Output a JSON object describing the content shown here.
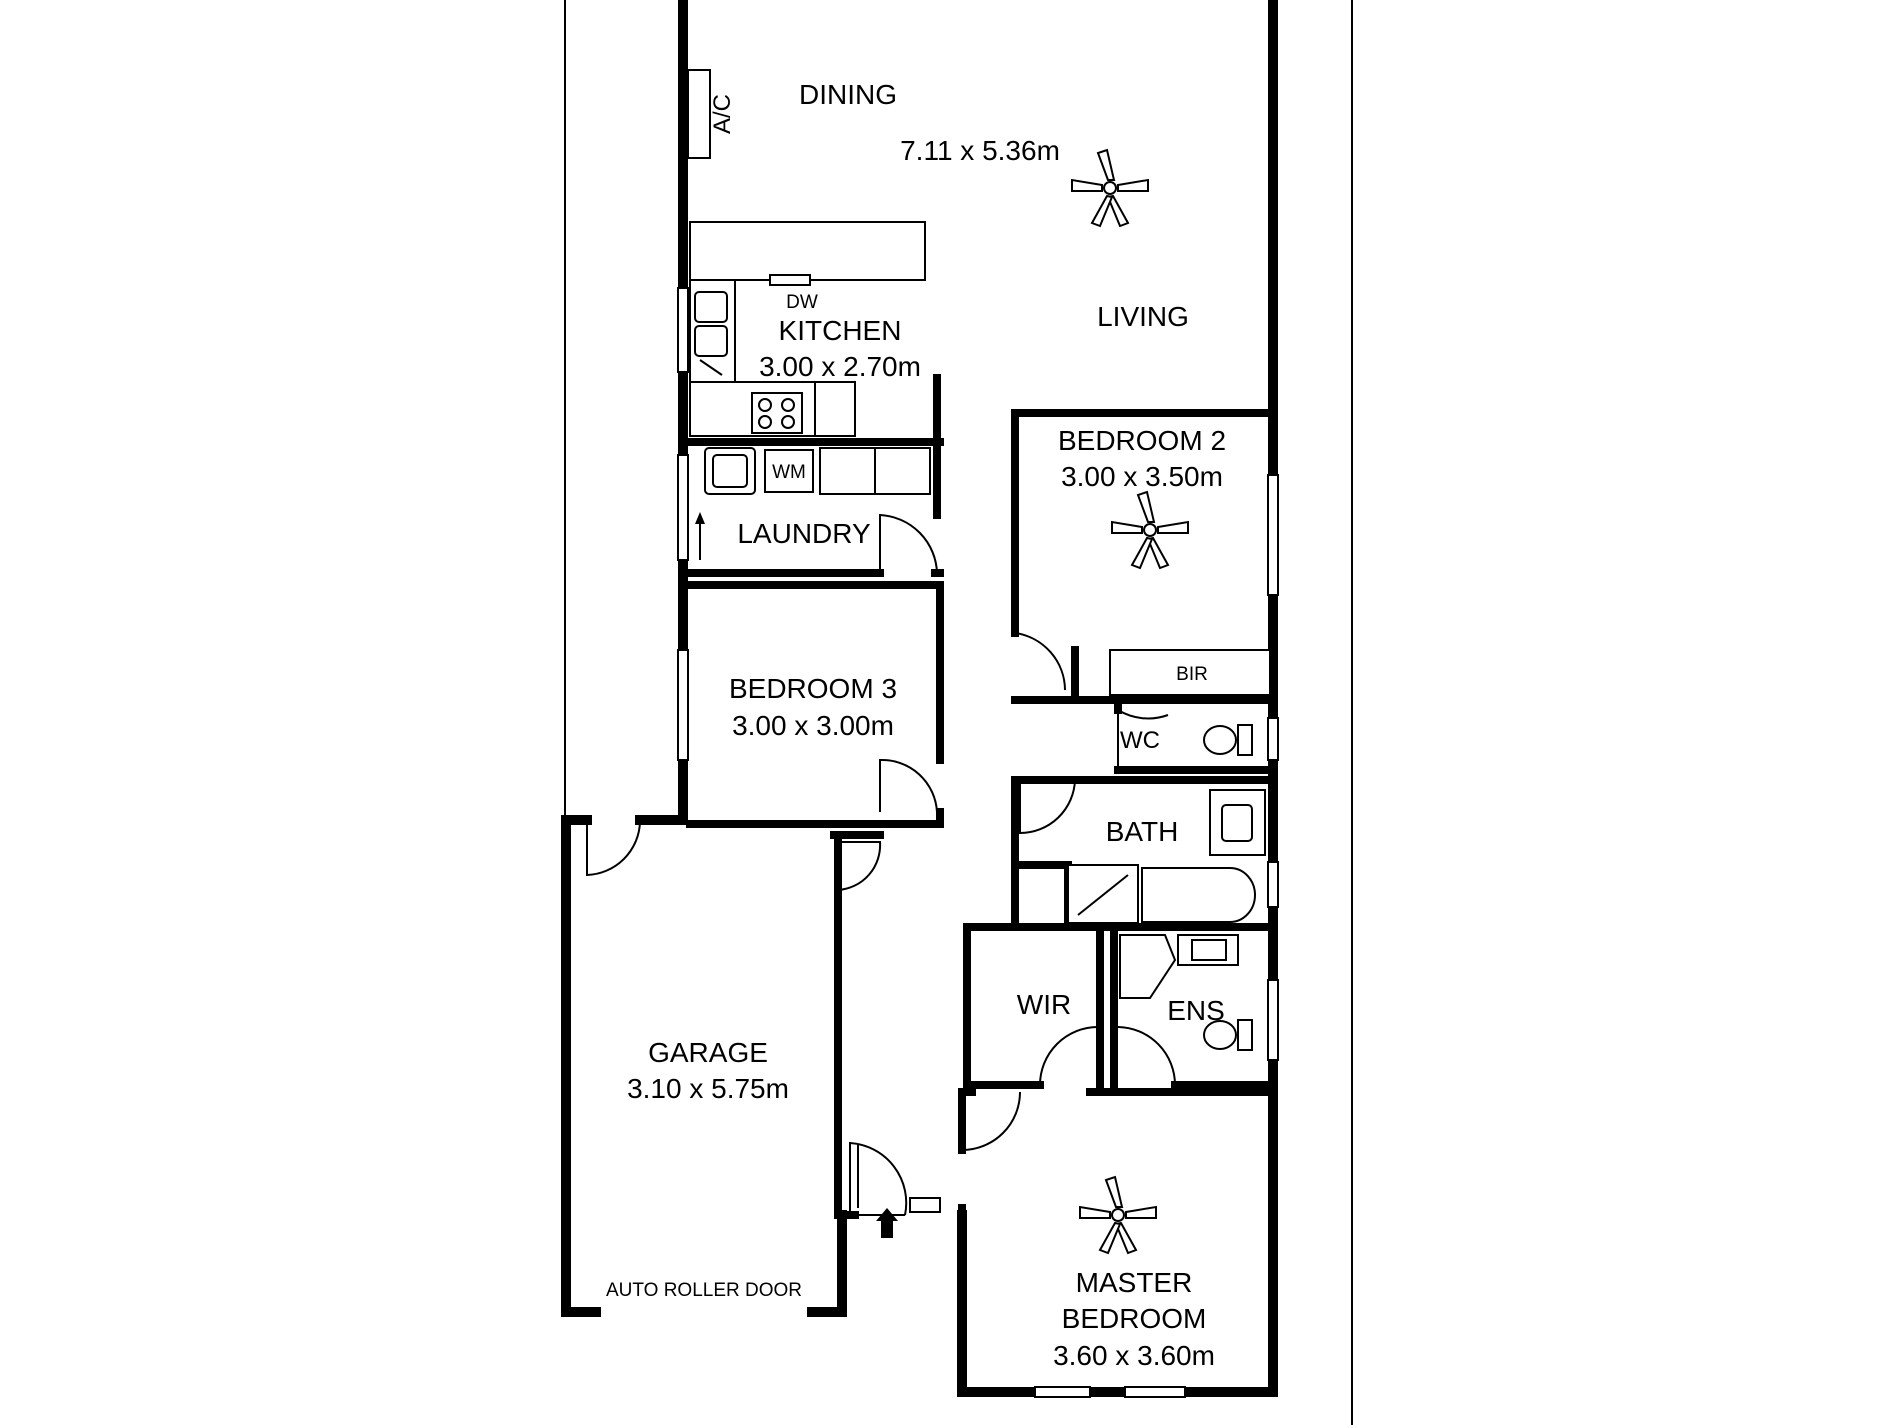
{
  "rooms": {
    "dining": "DINING",
    "living_size": "7.11 x 5.36m",
    "living": "LIVING",
    "kitchen": "KITCHEN",
    "kitchen_size": "3.00 x 2.70m",
    "laundry": "LAUNDRY",
    "bedroom2": "BEDROOM 2",
    "bedroom2_size": "3.00 x 3.50m",
    "bir": "BIR",
    "wc": "WC",
    "bedroom3": "BEDROOM 3",
    "bedroom3_size": "3.00 x 3.00m",
    "bath": "BATH",
    "garage": "GARAGE",
    "garage_size": "3.10 x 5.75m",
    "auto_roller_door": "AUTO ROLLER DOOR",
    "wir": "WIR",
    "ens": "ENS",
    "master_bedroom_line1": "MASTER",
    "master_bedroom_line2": "BEDROOM",
    "master_bedroom_size": "3.60 x 3.60m"
  },
  "fixtures": {
    "ac": "A/C",
    "dw": "DW",
    "wm": "WM"
  }
}
